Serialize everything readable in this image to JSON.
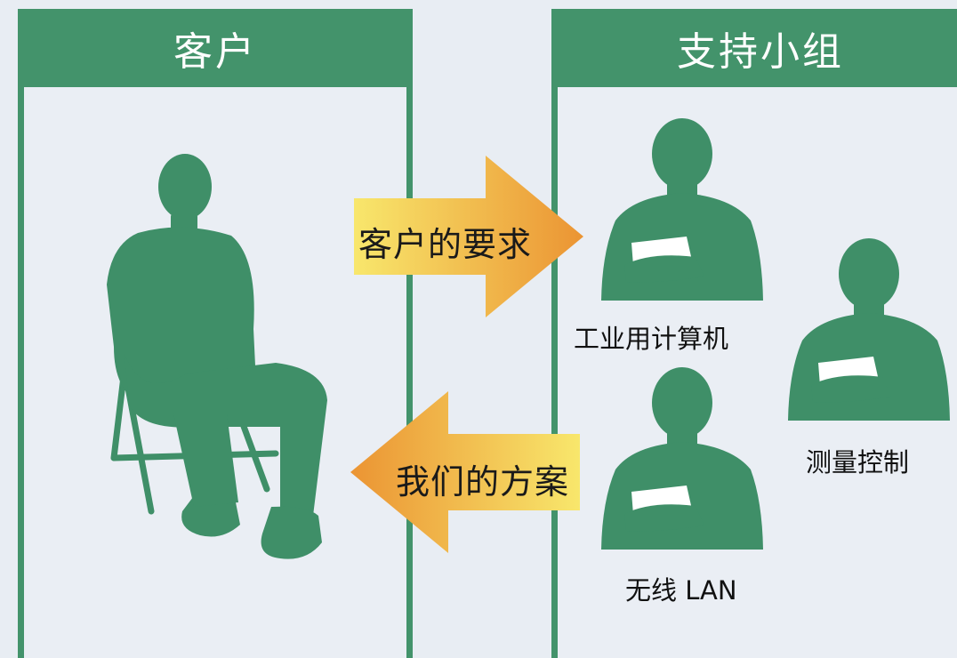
{
  "customer": {
    "title": "客户"
  },
  "support": {
    "title": "支持小组",
    "members": [
      {
        "label": "工业用计算机"
      },
      {
        "label": "测量控制"
      },
      {
        "label": "无线 LAN"
      }
    ]
  },
  "arrows": {
    "request": "客户的要求",
    "solution": "我们的方案"
  },
  "colors": {
    "panel_green": "#43936b",
    "silhouette_green": "#3f8f68",
    "background": "#e8edf3",
    "arrow_light": "#f7e36a",
    "arrow_dark": "#ec9a36"
  }
}
